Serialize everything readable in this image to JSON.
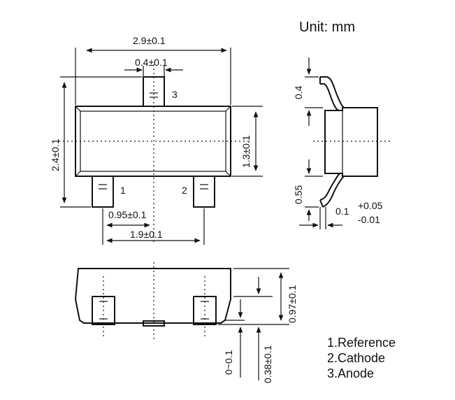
{
  "unit_label": "Unit: mm",
  "top_view": {
    "width_dim": "2.9±0.1",
    "lead3_width_dim": "0.4±0.1",
    "height_dim": "2.4±0.1",
    "body_height_dim": "1.3±0.1",
    "pitch_dim": "0.95±0.1",
    "lead_span_dim": "1.9±0.1",
    "pin1_label": "1",
    "pin2_label": "2",
    "pin3_label": "3"
  },
  "side_view": {
    "lead_top_dim": "0.4",
    "lead_bottom_dim": "0.55",
    "lead_thickness_dim": "0.1",
    "tol_plus": "+0.05",
    "tol_minus": "-0.01"
  },
  "front_view": {
    "total_height_dim": "0.97±0.1",
    "standoff_dim": "0~0.1",
    "lead_height_dim": "0.38±0.1"
  },
  "pin_legend": [
    "1.Reference",
    "2.Cathode",
    "3.Anode"
  ]
}
